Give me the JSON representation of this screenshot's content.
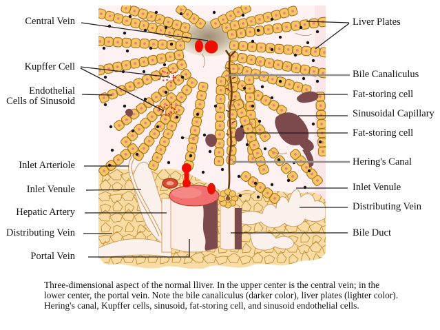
{
  "figure": {
    "left_labels": [
      {
        "text": "Central Vein"
      },
      {
        "text": "Kupffer Cell"
      },
      {
        "text": "Endothelial"
      },
      {
        "text": "Cells of Sinusoid"
      },
      {
        "text": "Inlet Arteriole"
      },
      {
        "text": "Inlet Venule"
      },
      {
        "text": "Hepatic Artery"
      },
      {
        "text": "Distributing Vein"
      },
      {
        "text": "Portal Vein"
      }
    ],
    "right_labels": [
      {
        "text": "Liver Plates"
      },
      {
        "text": "Bile Canaliculus"
      },
      {
        "text": "Fat-storing cell"
      },
      {
        "text": "Sinusoidal Capillary"
      },
      {
        "text": "Fat-storing cell"
      },
      {
        "text": "Hering's Canal"
      },
      {
        "text": "Inlet Venule"
      },
      {
        "text": "Distributing Vein"
      },
      {
        "text": "Bile Duct"
      }
    ],
    "caption": {
      "line1": "Three-dimensional aspect of the normal lliver. In the upper center is the central vein; in the",
      "line2": "lower center, the portal vein. Note the bile canaliculus (darker color), liver plates (lighter color).",
      "line3": "Hering's canal, Kupffer cells, sinusoid, fat-storing cell, and sinusoid endothelial cells."
    },
    "colors": {
      "sinusoid_background": "#fdf1f2",
      "edge_band": "#fae6e8",
      "liver_cell": "#f5c763",
      "cell_outline": "#aa7020",
      "cell_nucleus": "#ef7b87",
      "black_dot": "#161616",
      "bile_canaliculus": "#6b3a0c",
      "kupffer_dot": "#e23418",
      "fat_storing_cell": "#7c4a4c",
      "central_vein_gray": "#9e8e74",
      "vein_red": "#ee0d00",
      "portal_vein_salmon": "#f16f6f",
      "connective_tissue": "#f8dca4",
      "connective_mesh": "#c6953f",
      "vessel_white": "#faf0ec",
      "vessel_outline": "#cf9f5f",
      "leader_black": "#1c1c1c",
      "leader_gray": "#8f8f8f"
    }
  }
}
